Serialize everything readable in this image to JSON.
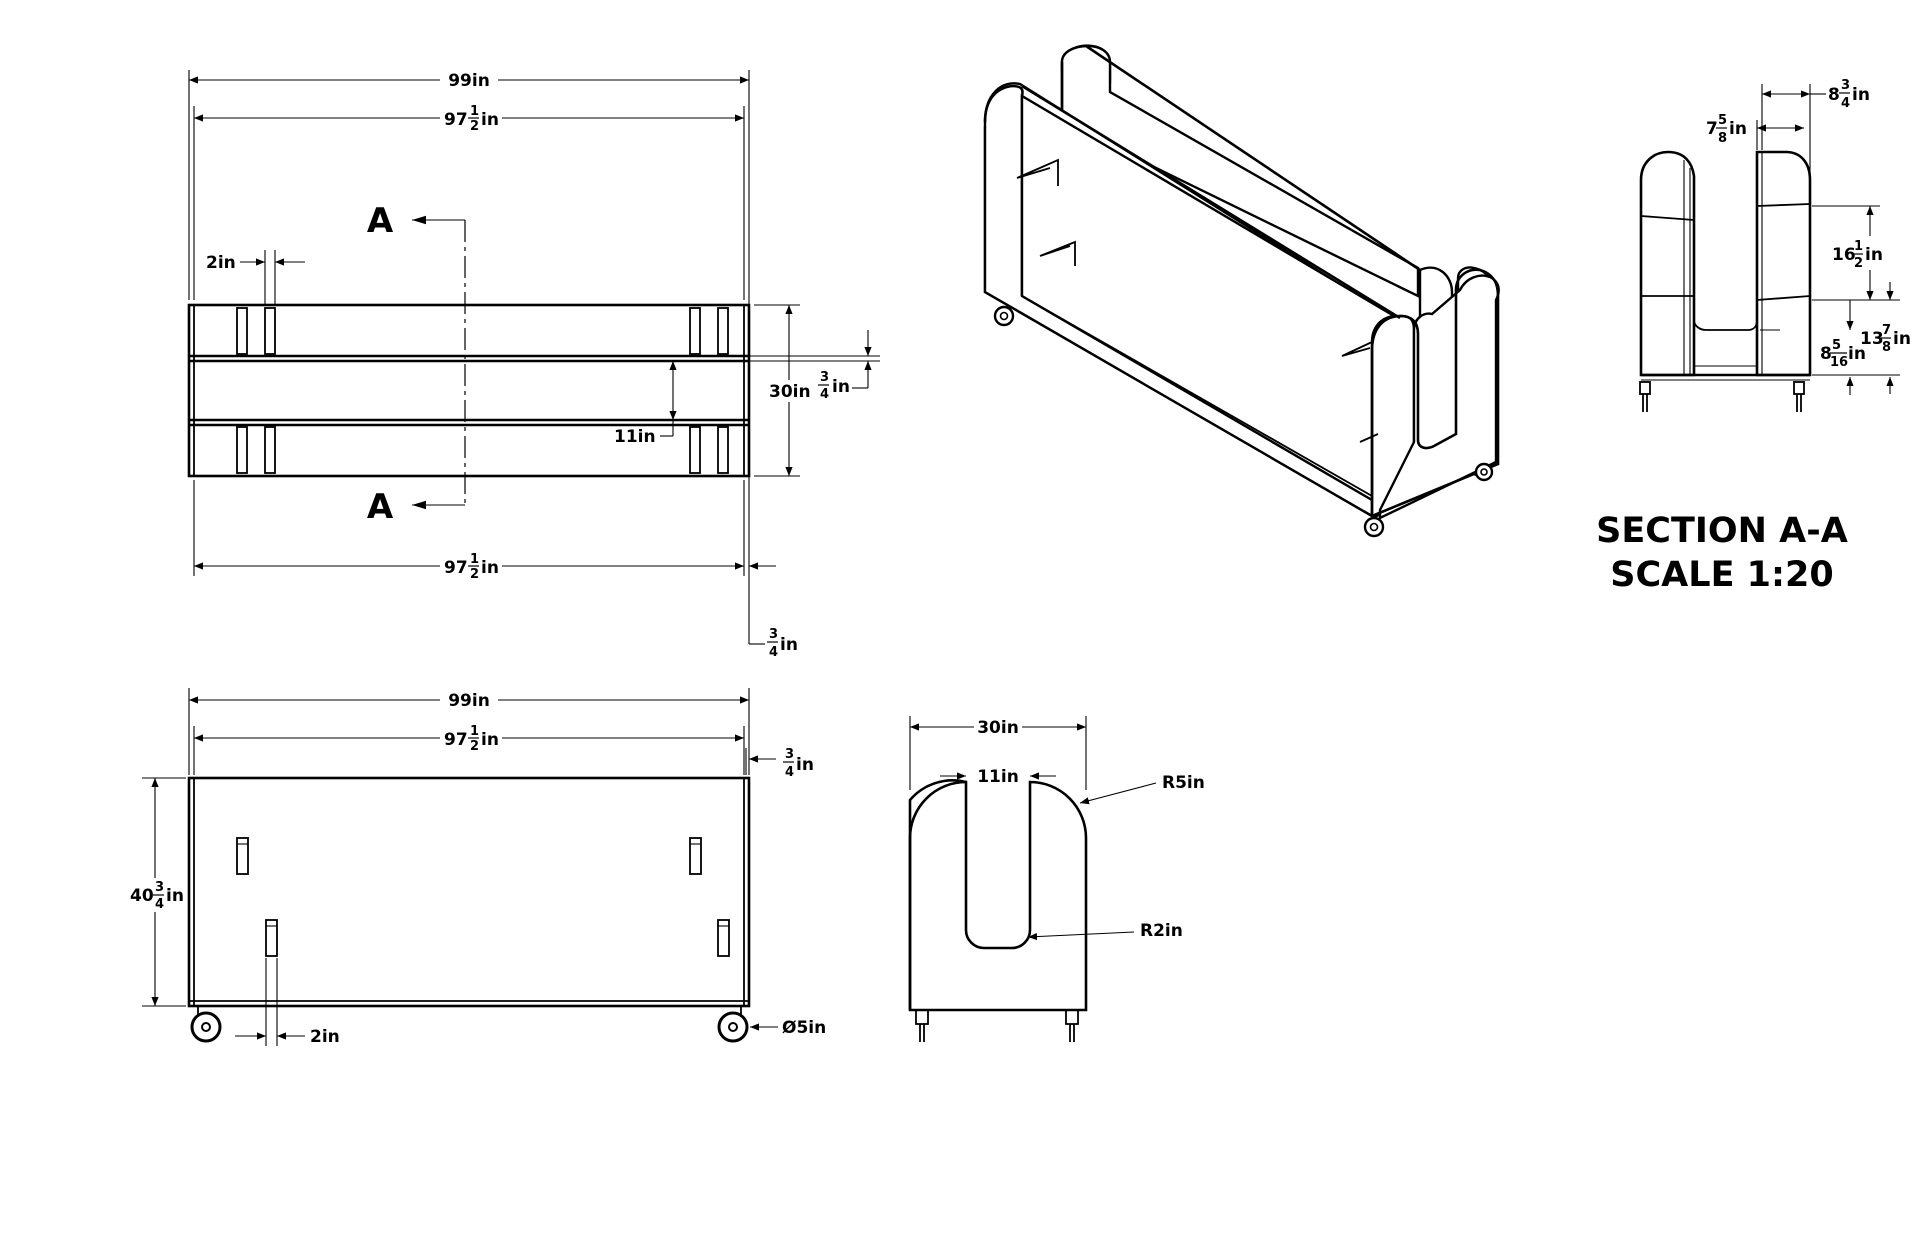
{
  "top_view": {
    "overall_width": "99in",
    "inner_width_top": "97",
    "inner_width_bottom": "97",
    "slot_width": "2in",
    "depth": "30in",
    "panel_thickness": "in",
    "channel_width": "11in",
    "edge_offset": "in",
    "section_marker_top": "A",
    "section_marker_bottom": "A"
  },
  "front_view": {
    "overall_width": "99in",
    "inner_width": "97",
    "side_thickness": "in",
    "height": "40",
    "slot_width": "2in",
    "caster_diameter": "Ø5in"
  },
  "side_view": {
    "depth": "30in",
    "slot_width": "11in",
    "outer_radius": "R5in",
    "inner_radius": "R2in"
  },
  "section_view": {
    "top_offset": "8",
    "slot_offset": "7",
    "upper_height": "16",
    "lower_height": "13",
    "base_height": "8",
    "title_line1": "SECTION A-A",
    "title_line2": "SCALE 1:20"
  },
  "colors": {
    "ink": "#000000",
    "paper": "#ffffff"
  }
}
